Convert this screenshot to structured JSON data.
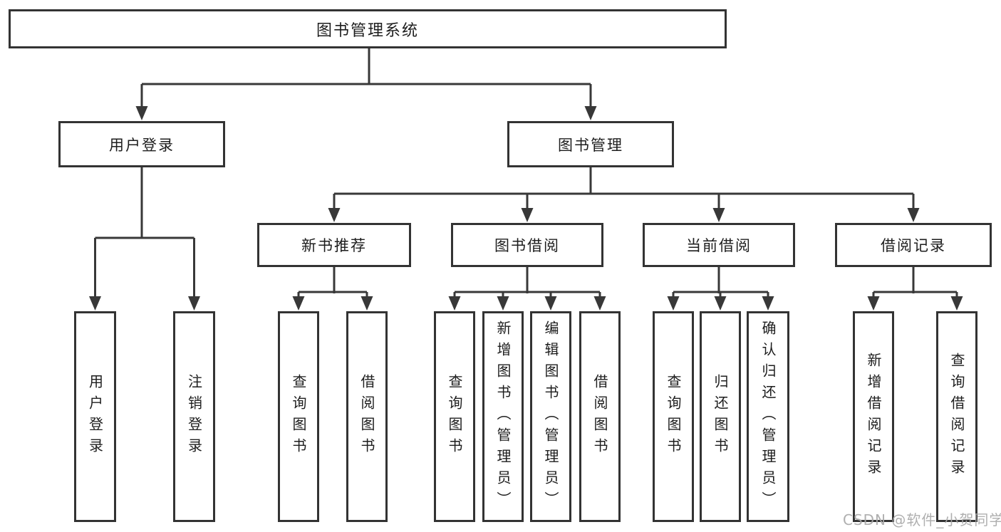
{
  "diagram": {
    "title_node": {
      "label": "图书管理系统"
    },
    "level1": [
      {
        "label": "用户登录"
      },
      {
        "label": "图书管理"
      }
    ],
    "level2": [
      {
        "label": "新书推荐"
      },
      {
        "label": "图书借阅"
      },
      {
        "label": "当前借阅"
      },
      {
        "label": "借阅记录"
      }
    ],
    "leaves": {
      "user_login": [
        "用户登录",
        "注销登录"
      ],
      "new_books": [
        "查询图书",
        "借阅图书"
      ],
      "book_borrow": [
        "查询图书",
        "新增图书（管理员）",
        "编辑图书（管理员）",
        "借阅图书"
      ],
      "current_borrow": [
        "查询图书",
        "归还图书",
        "确认归还（管理员）"
      ],
      "borrow_records": [
        "新增借阅记录",
        "查询借阅记录"
      ]
    },
    "colors": {
      "line": "#383838",
      "border": "#333333",
      "text": "#1d1d1d",
      "watermark_gray": "#a9a9a9",
      "background": "#ffffff"
    }
  },
  "watermark": {
    "text": "CSDN @软件_小贺同学"
  }
}
